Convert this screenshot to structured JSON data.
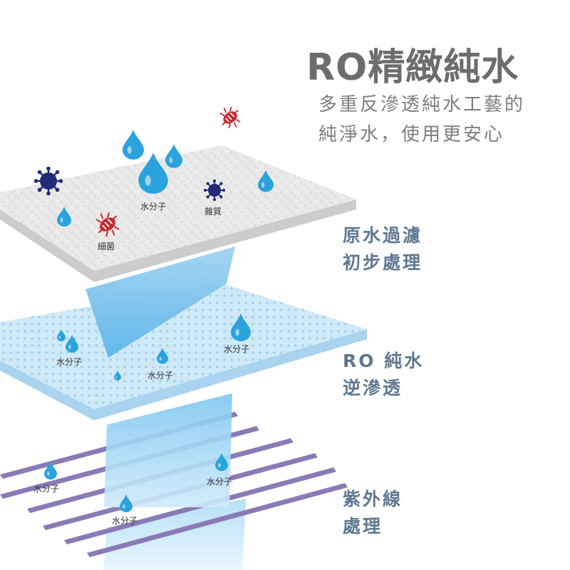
{
  "header": {
    "title": "RO精緻純水",
    "subtitle_line1": "多重反滲透純水工藝的",
    "subtitle_line2": "純淨水，使用更安心"
  },
  "steps": [
    {
      "line1": "原水過濾",
      "line2": "初步處理"
    },
    {
      "line1": "RO 純水",
      "line2": "逆滲透"
    },
    {
      "line1": "紫外線",
      "line2": "處理"
    }
  ],
  "labels": {
    "water_molecule": "水分子",
    "impurity": "雜質",
    "bacteria": "細菌"
  },
  "colors": {
    "title": "#6d6d6d",
    "subtitle": "#7e7e7e",
    "step_text": "#5f7891",
    "water_drop": "#2aa3dd",
    "impurity": "#232a7a",
    "bacteria": "#c62a2f",
    "uv_stripe": "#8a7ab6",
    "membrane": "#cfe9f7",
    "filter_layer": "#e7e7e7"
  }
}
